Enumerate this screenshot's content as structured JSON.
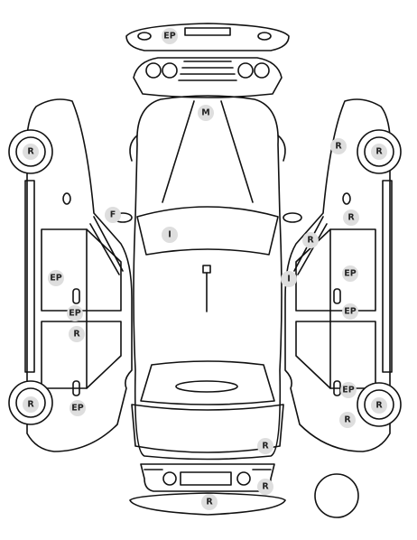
{
  "colors": {
    "line": "#111111",
    "badge_fill": "#dedede",
    "badge_text": "#222222"
  },
  "badges": [
    {
      "id": "rear-bumper-ep",
      "label": "EP"
    },
    {
      "id": "hood-m",
      "label": "M"
    },
    {
      "id": "left-rear-wheel-r",
      "label": "R"
    },
    {
      "id": "right-rear-wheel-r",
      "label": "R"
    },
    {
      "id": "right-quarter-r",
      "label": "R"
    },
    {
      "id": "left-fuel-f",
      "label": "F"
    },
    {
      "id": "right-upper-r",
      "label": "R"
    },
    {
      "id": "windshield-i",
      "label": "I"
    },
    {
      "id": "right-mirror-r",
      "label": "R"
    },
    {
      "id": "left-rear-door-ep",
      "label": "EP"
    },
    {
      "id": "right-rear-door-ep",
      "label": "EP"
    },
    {
      "id": "right-pillar-i",
      "label": "I"
    },
    {
      "id": "left-door-edge-ep",
      "label": "EP"
    },
    {
      "id": "right-door-edge-ep",
      "label": "EP"
    },
    {
      "id": "left-front-door-r",
      "label": "R"
    },
    {
      "id": "left-front-wheel-r",
      "label": "R"
    },
    {
      "id": "right-front-wheel-r",
      "label": "R"
    },
    {
      "id": "right-front-door-ep",
      "label": "EP"
    },
    {
      "id": "left-front-door-ep",
      "label": "EP"
    },
    {
      "id": "right-fender-r",
      "label": "R"
    },
    {
      "id": "front-hood-r",
      "label": "R"
    },
    {
      "id": "front-bumper-r",
      "label": "R"
    },
    {
      "id": "front-lower-r",
      "label": "R"
    }
  ]
}
